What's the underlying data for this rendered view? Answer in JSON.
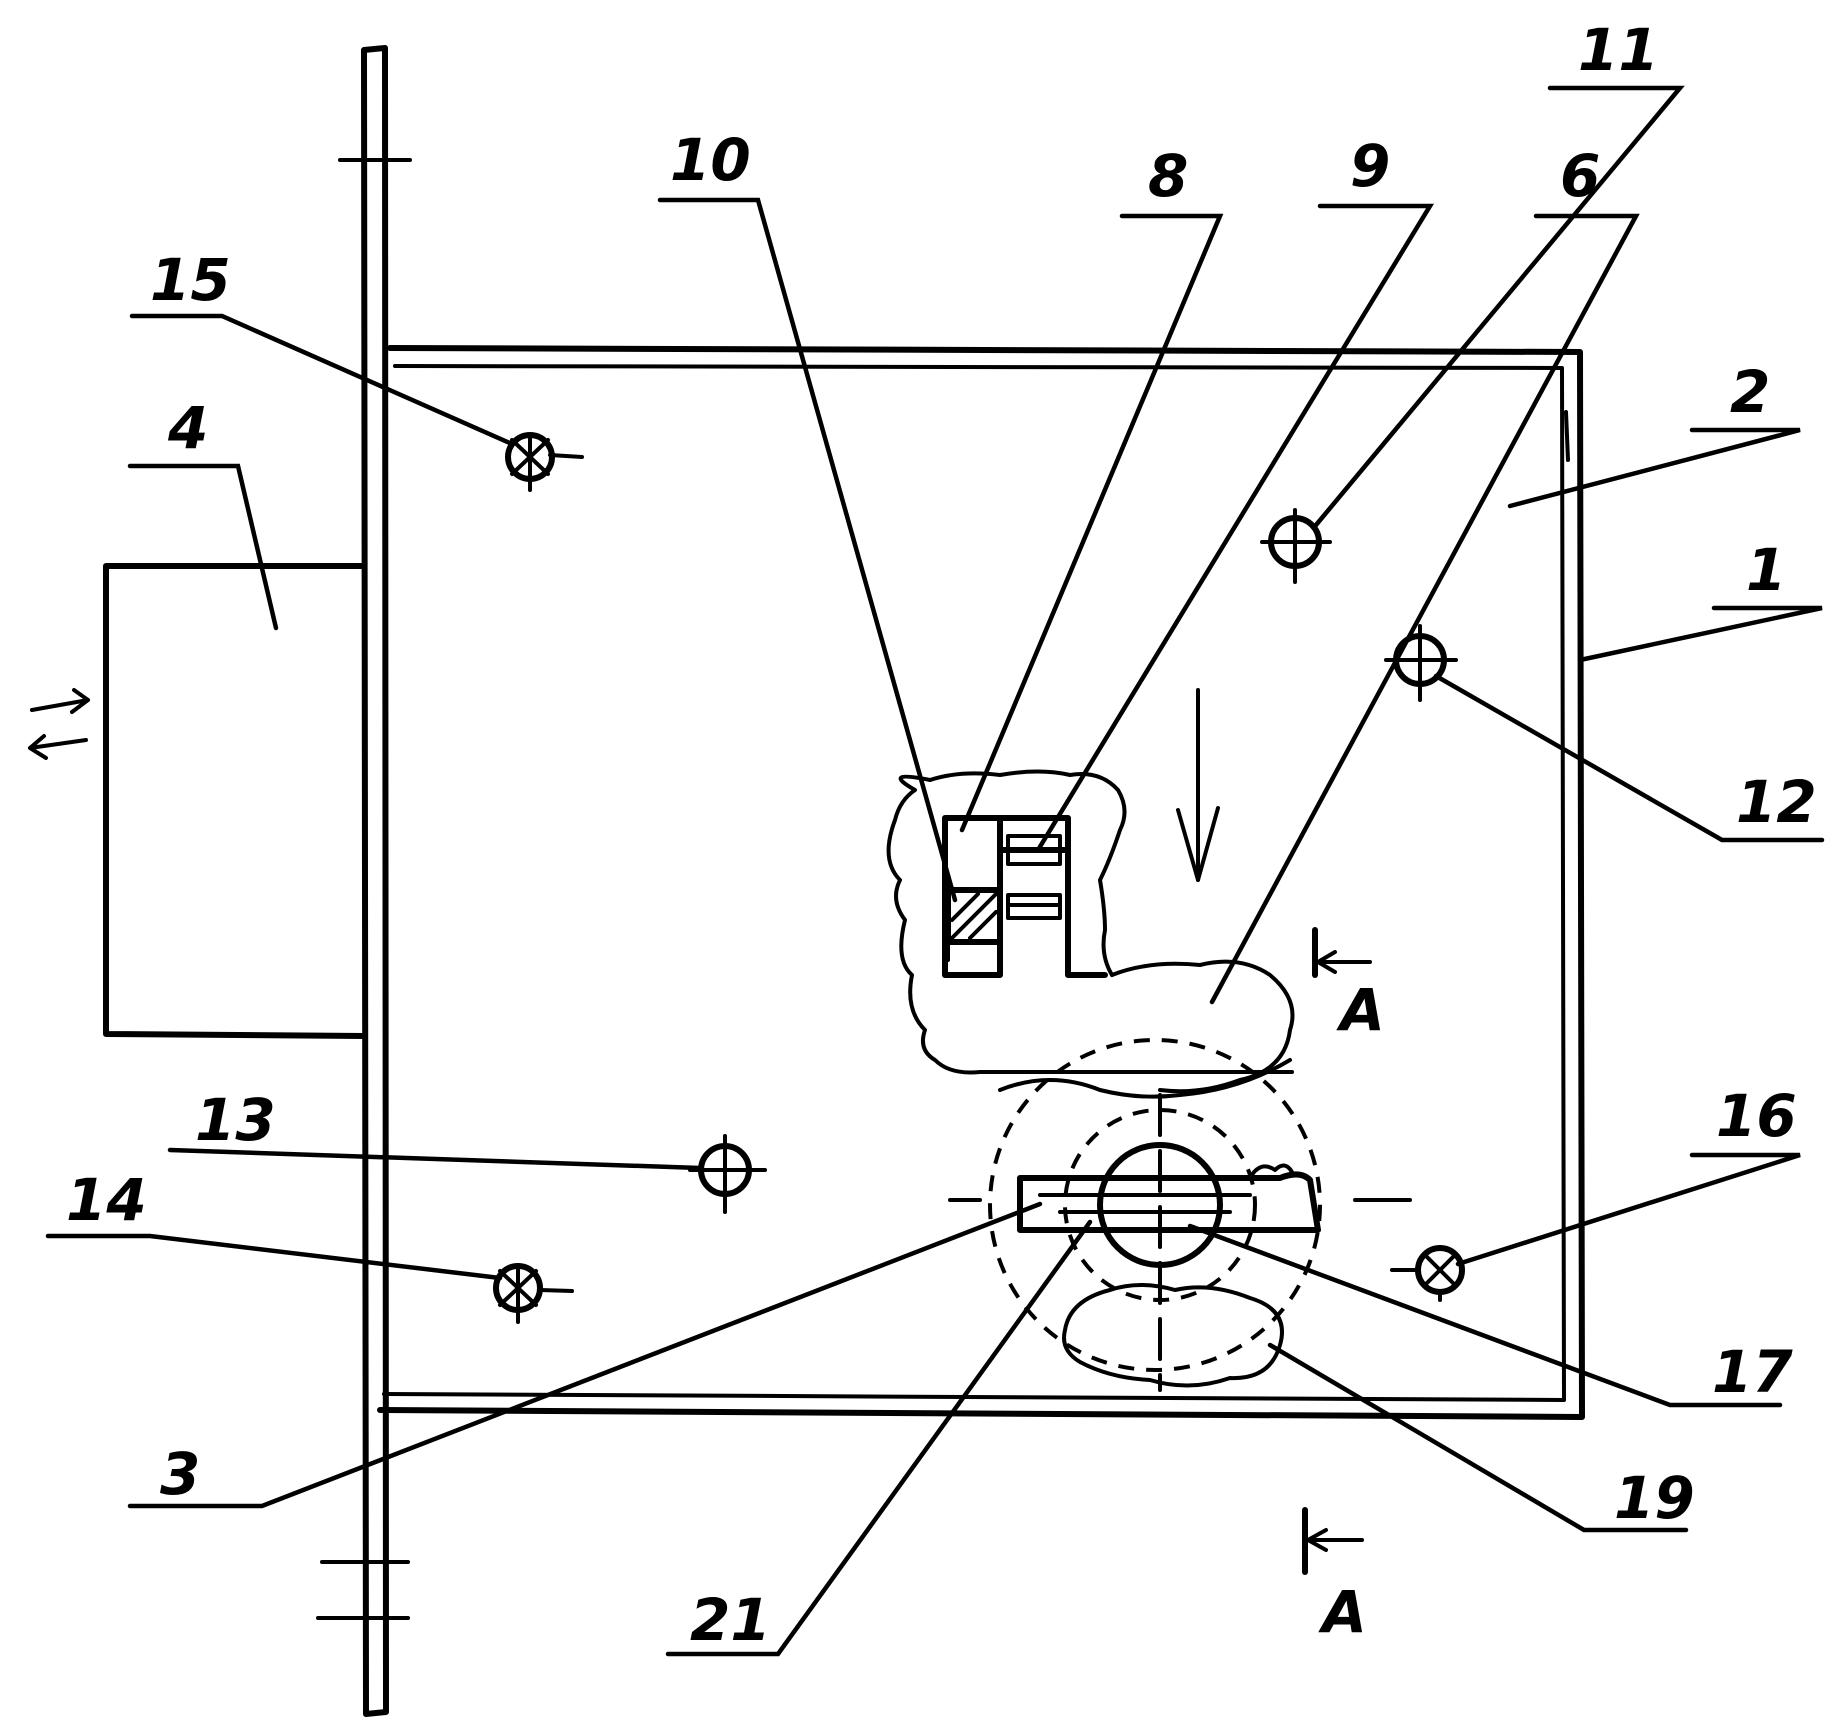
{
  "labels": {
    "l1": "1",
    "l2": "2",
    "l3": "3",
    "l4": "4",
    "l6": "6",
    "l8": "8",
    "l9": "9",
    "l10": "10",
    "l11": "11",
    "l12": "12",
    "l13": "13",
    "l14": "14",
    "l15": "15",
    "l16": "16",
    "l17": "17",
    "l19": "19",
    "l21": "21"
  },
  "section": {
    "top": "A",
    "bottom": "A"
  }
}
